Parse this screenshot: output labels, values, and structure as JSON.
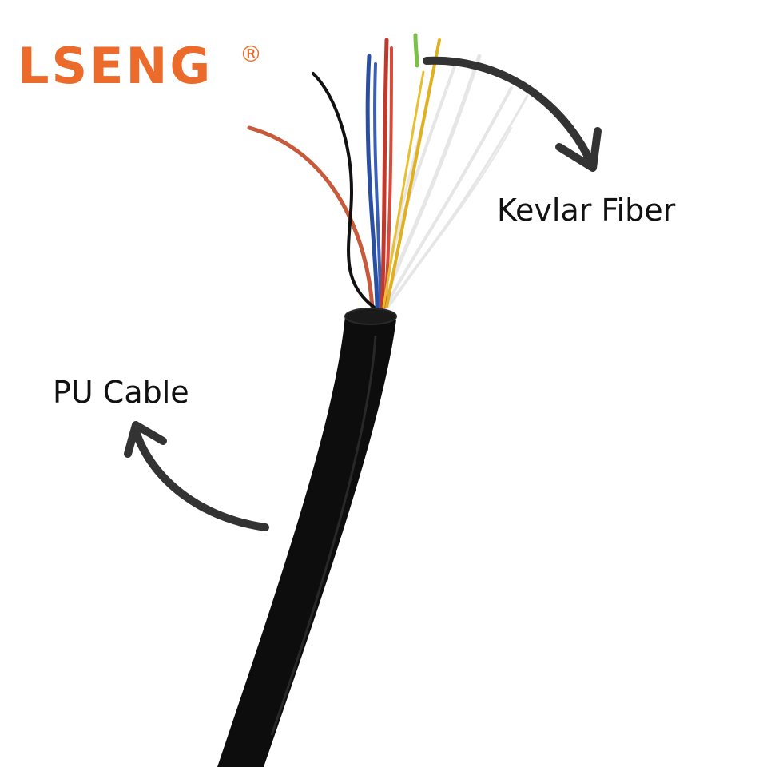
{
  "brand": {
    "name": "LSENG",
    "registered_mark": "®",
    "color": "#ec6a2a"
  },
  "labels": {
    "kevlar": "Kevlar Fiber",
    "pu": "PU Cable"
  },
  "colors": {
    "jacket": "#0d0d0d",
    "arrow": "#333333",
    "wire_red": "#c0392b",
    "wire_orange_red": "#c75a3a",
    "wire_blue": "#2a4fa0",
    "wire_yellow": "#e0b020",
    "wire_green": "#7cc04a",
    "wire_black": "#111111",
    "fiber_white": "#f2f2f2"
  }
}
